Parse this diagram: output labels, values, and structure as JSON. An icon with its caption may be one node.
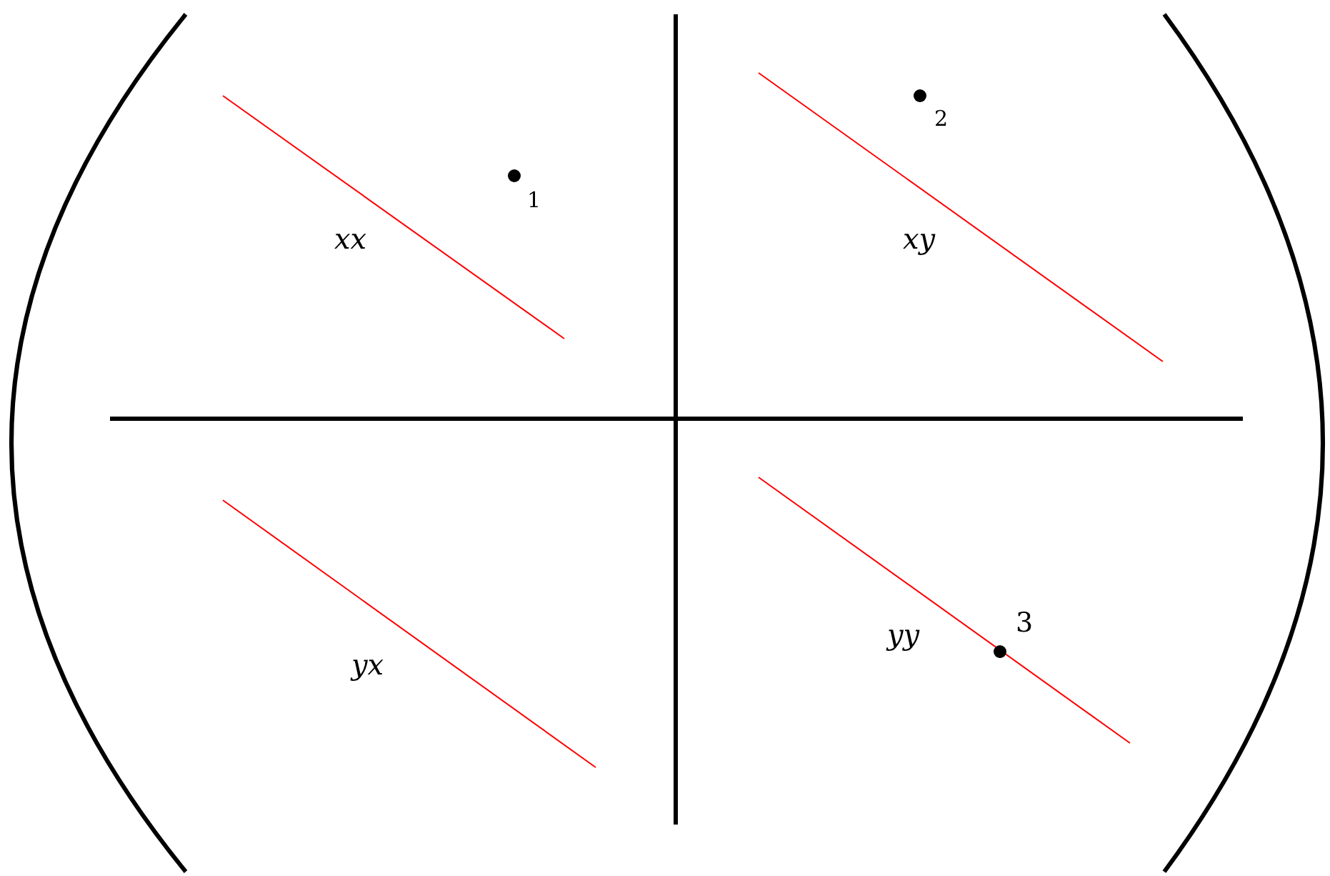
{
  "diagram": {
    "labels": [
      "xx",
      "1",
      "xy",
      "2",
      "yx",
      "yy",
      "3"
    ]
  }
}
